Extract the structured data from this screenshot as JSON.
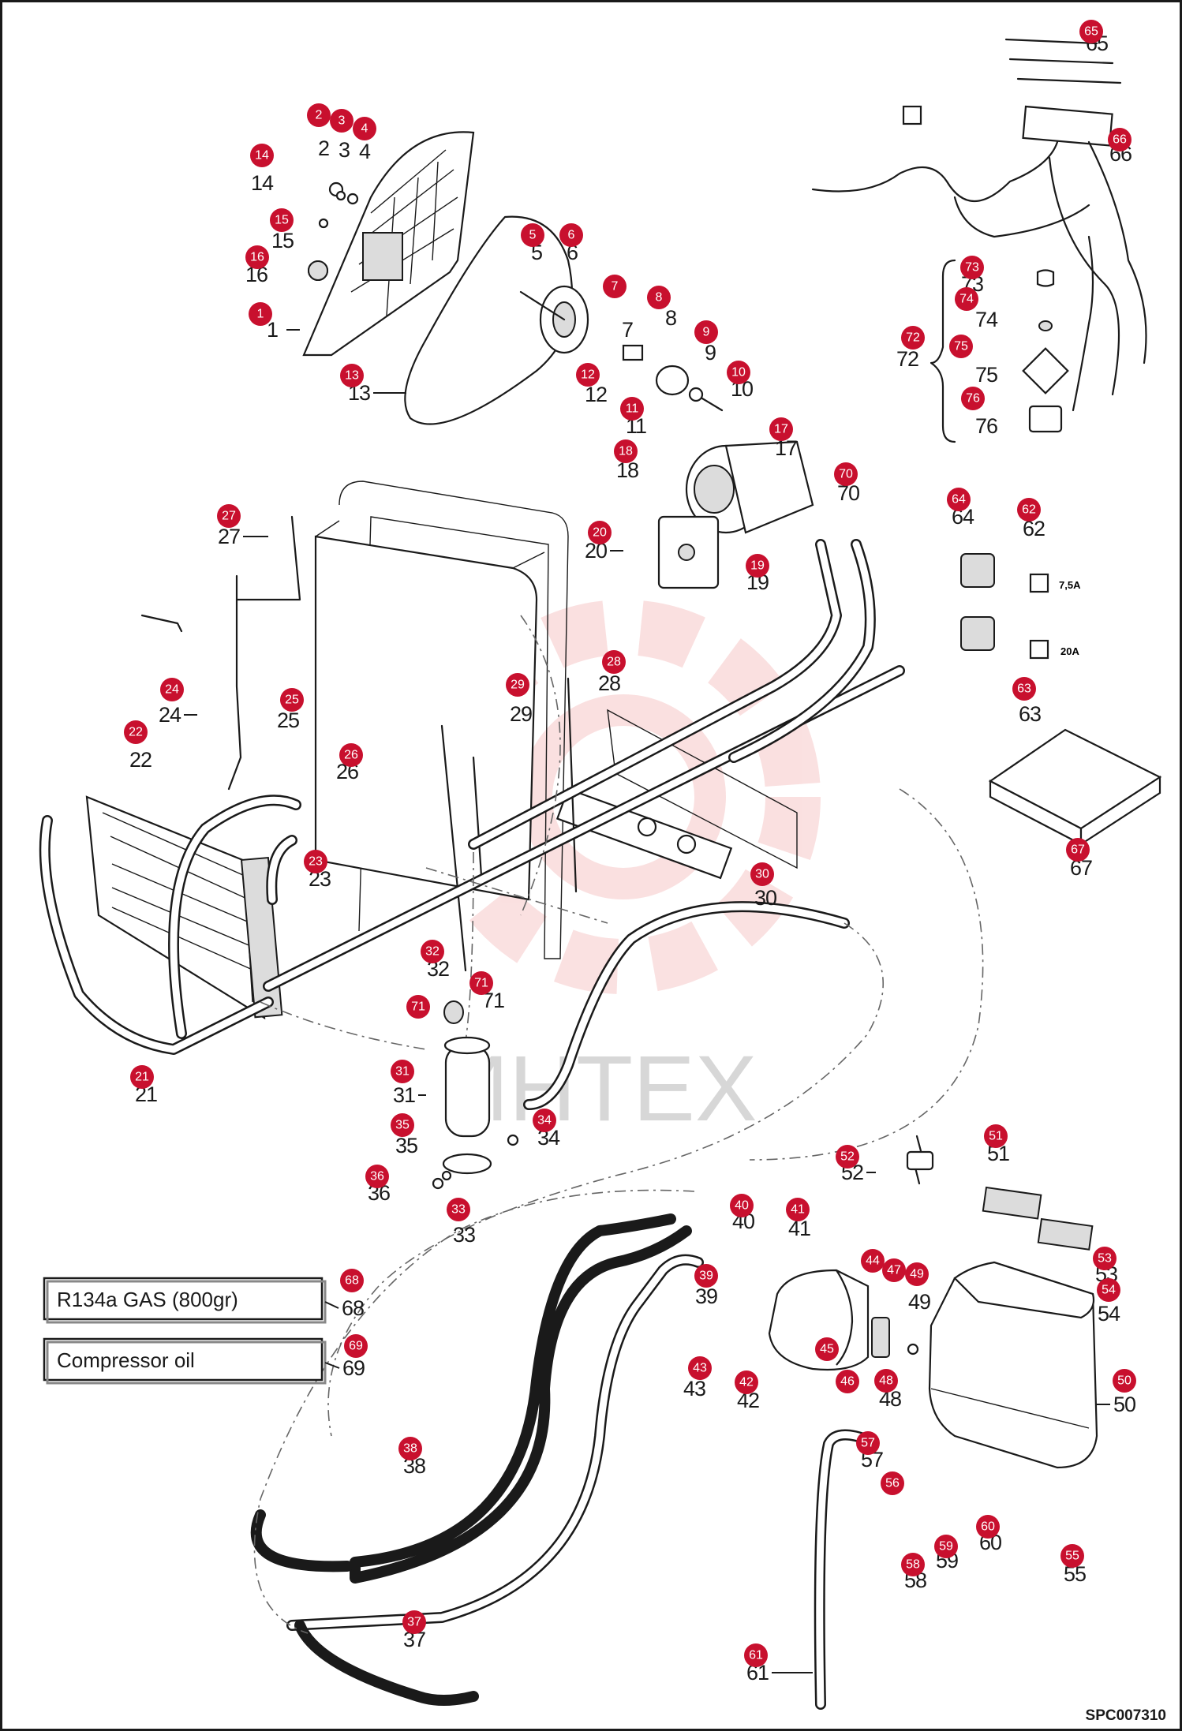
{
  "labels": {
    "gas": "R134a GAS (800gr)",
    "oil": "Compressor oil",
    "fuse_small": "7,5A",
    "fuse_large": "20A",
    "drawing_code": "SPC007310",
    "watermark": "ИНТЕХ"
  },
  "part_numbers": [
    "1",
    "2",
    "3",
    "4",
    "5",
    "6",
    "7",
    "8",
    "9",
    "10",
    "11",
    "12",
    "13",
    "14",
    "15",
    "16",
    "17",
    "18",
    "19",
    "20",
    "21",
    "22",
    "23",
    "24",
    "25",
    "26",
    "27",
    "28",
    "29",
    "30",
    "31",
    "32",
    "33",
    "34",
    "35",
    "36",
    "37",
    "38",
    "39",
    "40",
    "41",
    "42",
    "43",
    "44",
    "45",
    "46",
    "47",
    "48",
    "49",
    "50",
    "51",
    "52",
    "53",
    "54",
    "55",
    "56",
    "57",
    "58",
    "59",
    "60",
    "61",
    "62",
    "63",
    "64",
    "65",
    "66",
    "67",
    "68",
    "69",
    "70",
    "71",
    "72",
    "73",
    "74",
    "75",
    "76"
  ],
  "colors": {
    "badge": "#c8102e",
    "line": "#1a1a1a",
    "watermark": "#f2a8a8"
  }
}
